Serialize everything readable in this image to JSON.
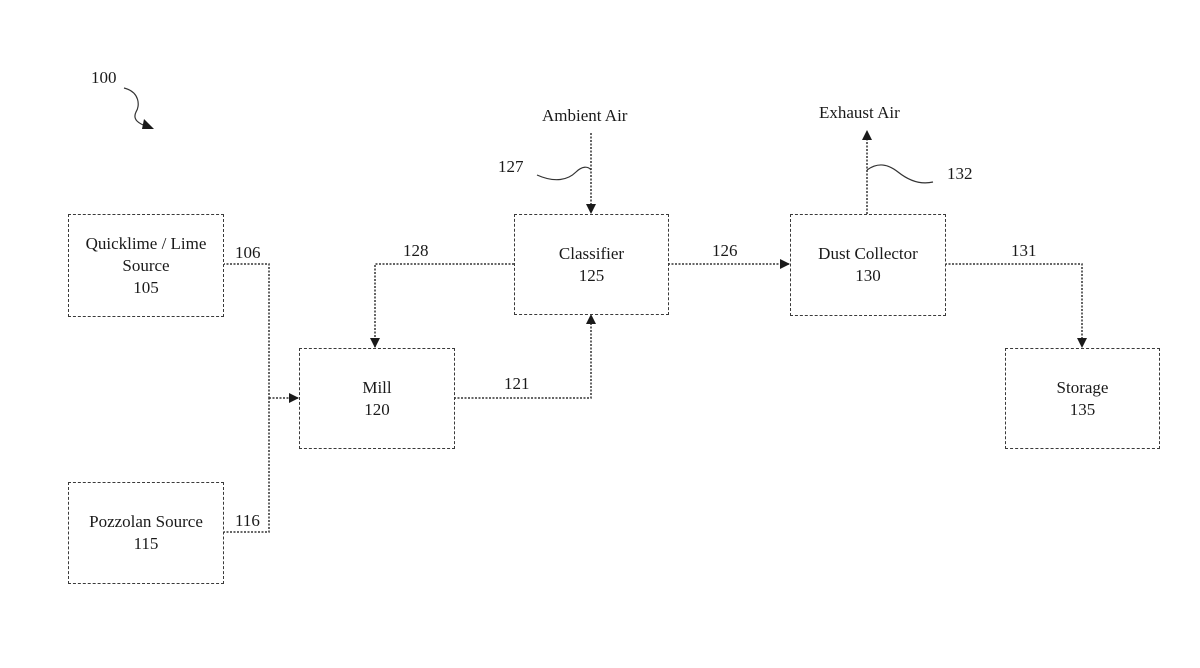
{
  "figure": {
    "reference": "100"
  },
  "nodes": {
    "lime_source": {
      "name_line1": "Quicklime / Lime",
      "name_line2": "Source",
      "id": "105"
    },
    "pozzolan_source": {
      "name": "Pozzolan Source",
      "id": "115"
    },
    "mill": {
      "name": "Mill",
      "id": "120"
    },
    "classifier": {
      "name": "Classifier",
      "id": "125"
    },
    "dust_collector": {
      "name": "Dust Collector",
      "id": "130"
    },
    "storage": {
      "name": "Storage",
      "id": "135"
    }
  },
  "streams": {
    "lime_feed": "106",
    "pozzolan_feed": "116",
    "mill_to_classifier": "121",
    "classifier_to_dust": "126",
    "ambient_air_ref": "127",
    "classifier_reject": "128",
    "dust_to_storage": "131",
    "exhaust_ref": "132"
  },
  "external": {
    "ambient_air": "Ambient Air",
    "exhaust_air": "Exhaust Air"
  }
}
